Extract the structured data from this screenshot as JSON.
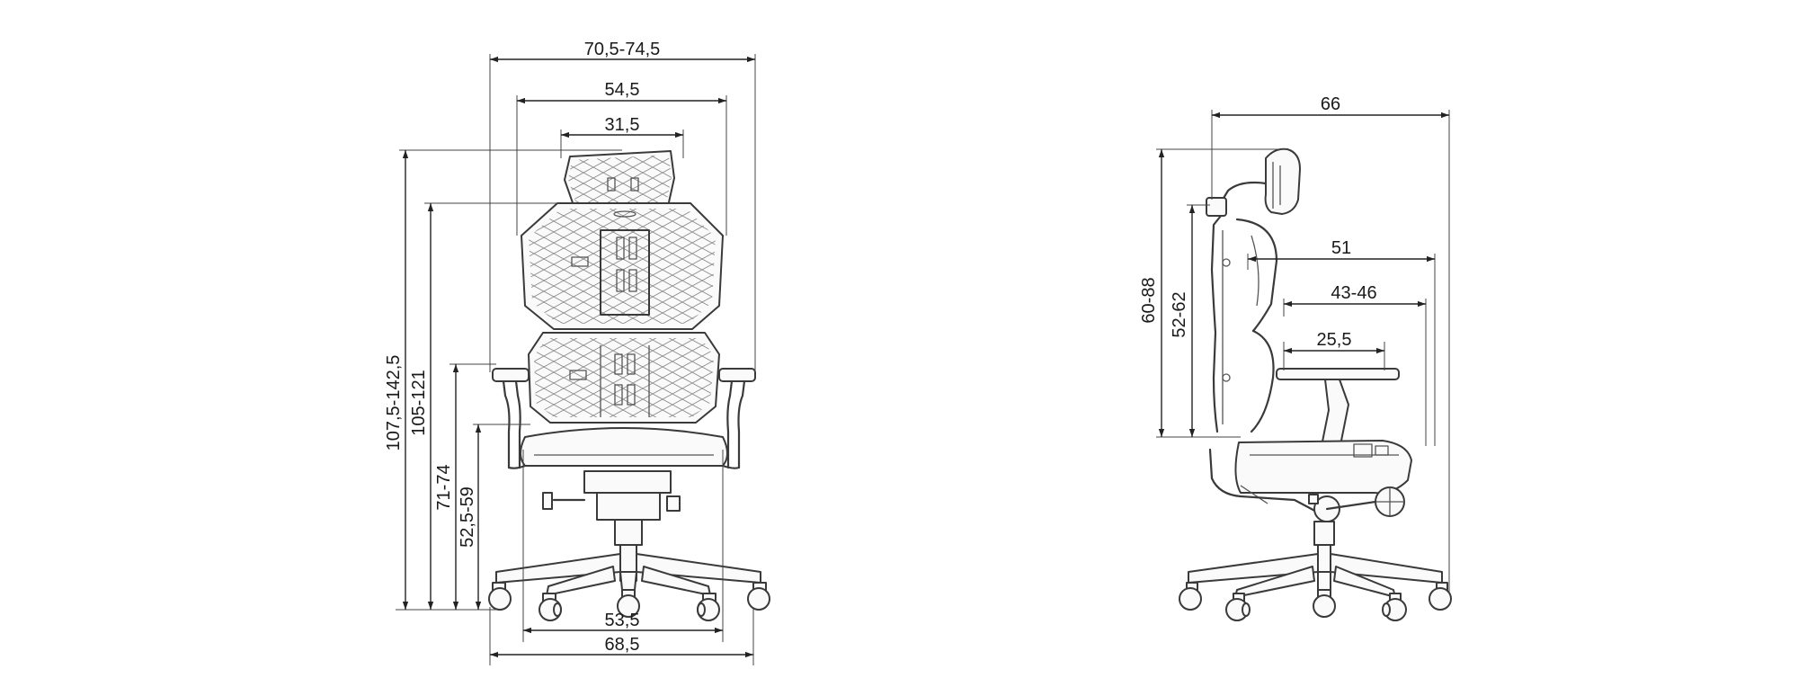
{
  "colors": {
    "line": "#3a3a3a",
    "dimension": "#222222",
    "mesh": "#888888"
  },
  "front_view": {
    "dimensions": {
      "overall_width": "70,5-74,5",
      "backrest_width": "54,5",
      "headrest_width": "31,5",
      "overall_height": "107,5-142,5",
      "backrest_top_height": "105-121",
      "armrest_height": "71-74",
      "seat_height": "52,5-59",
      "seat_width": "53,5",
      "base_width": "68,5"
    }
  },
  "side_view": {
    "dimensions": {
      "overall_depth": "66",
      "seat_depth": "51",
      "seat_depth_adjust": "43-46",
      "armrest_length": "25,5",
      "backrest_height": "60-88",
      "backrest_inner_height": "52-62"
    }
  }
}
